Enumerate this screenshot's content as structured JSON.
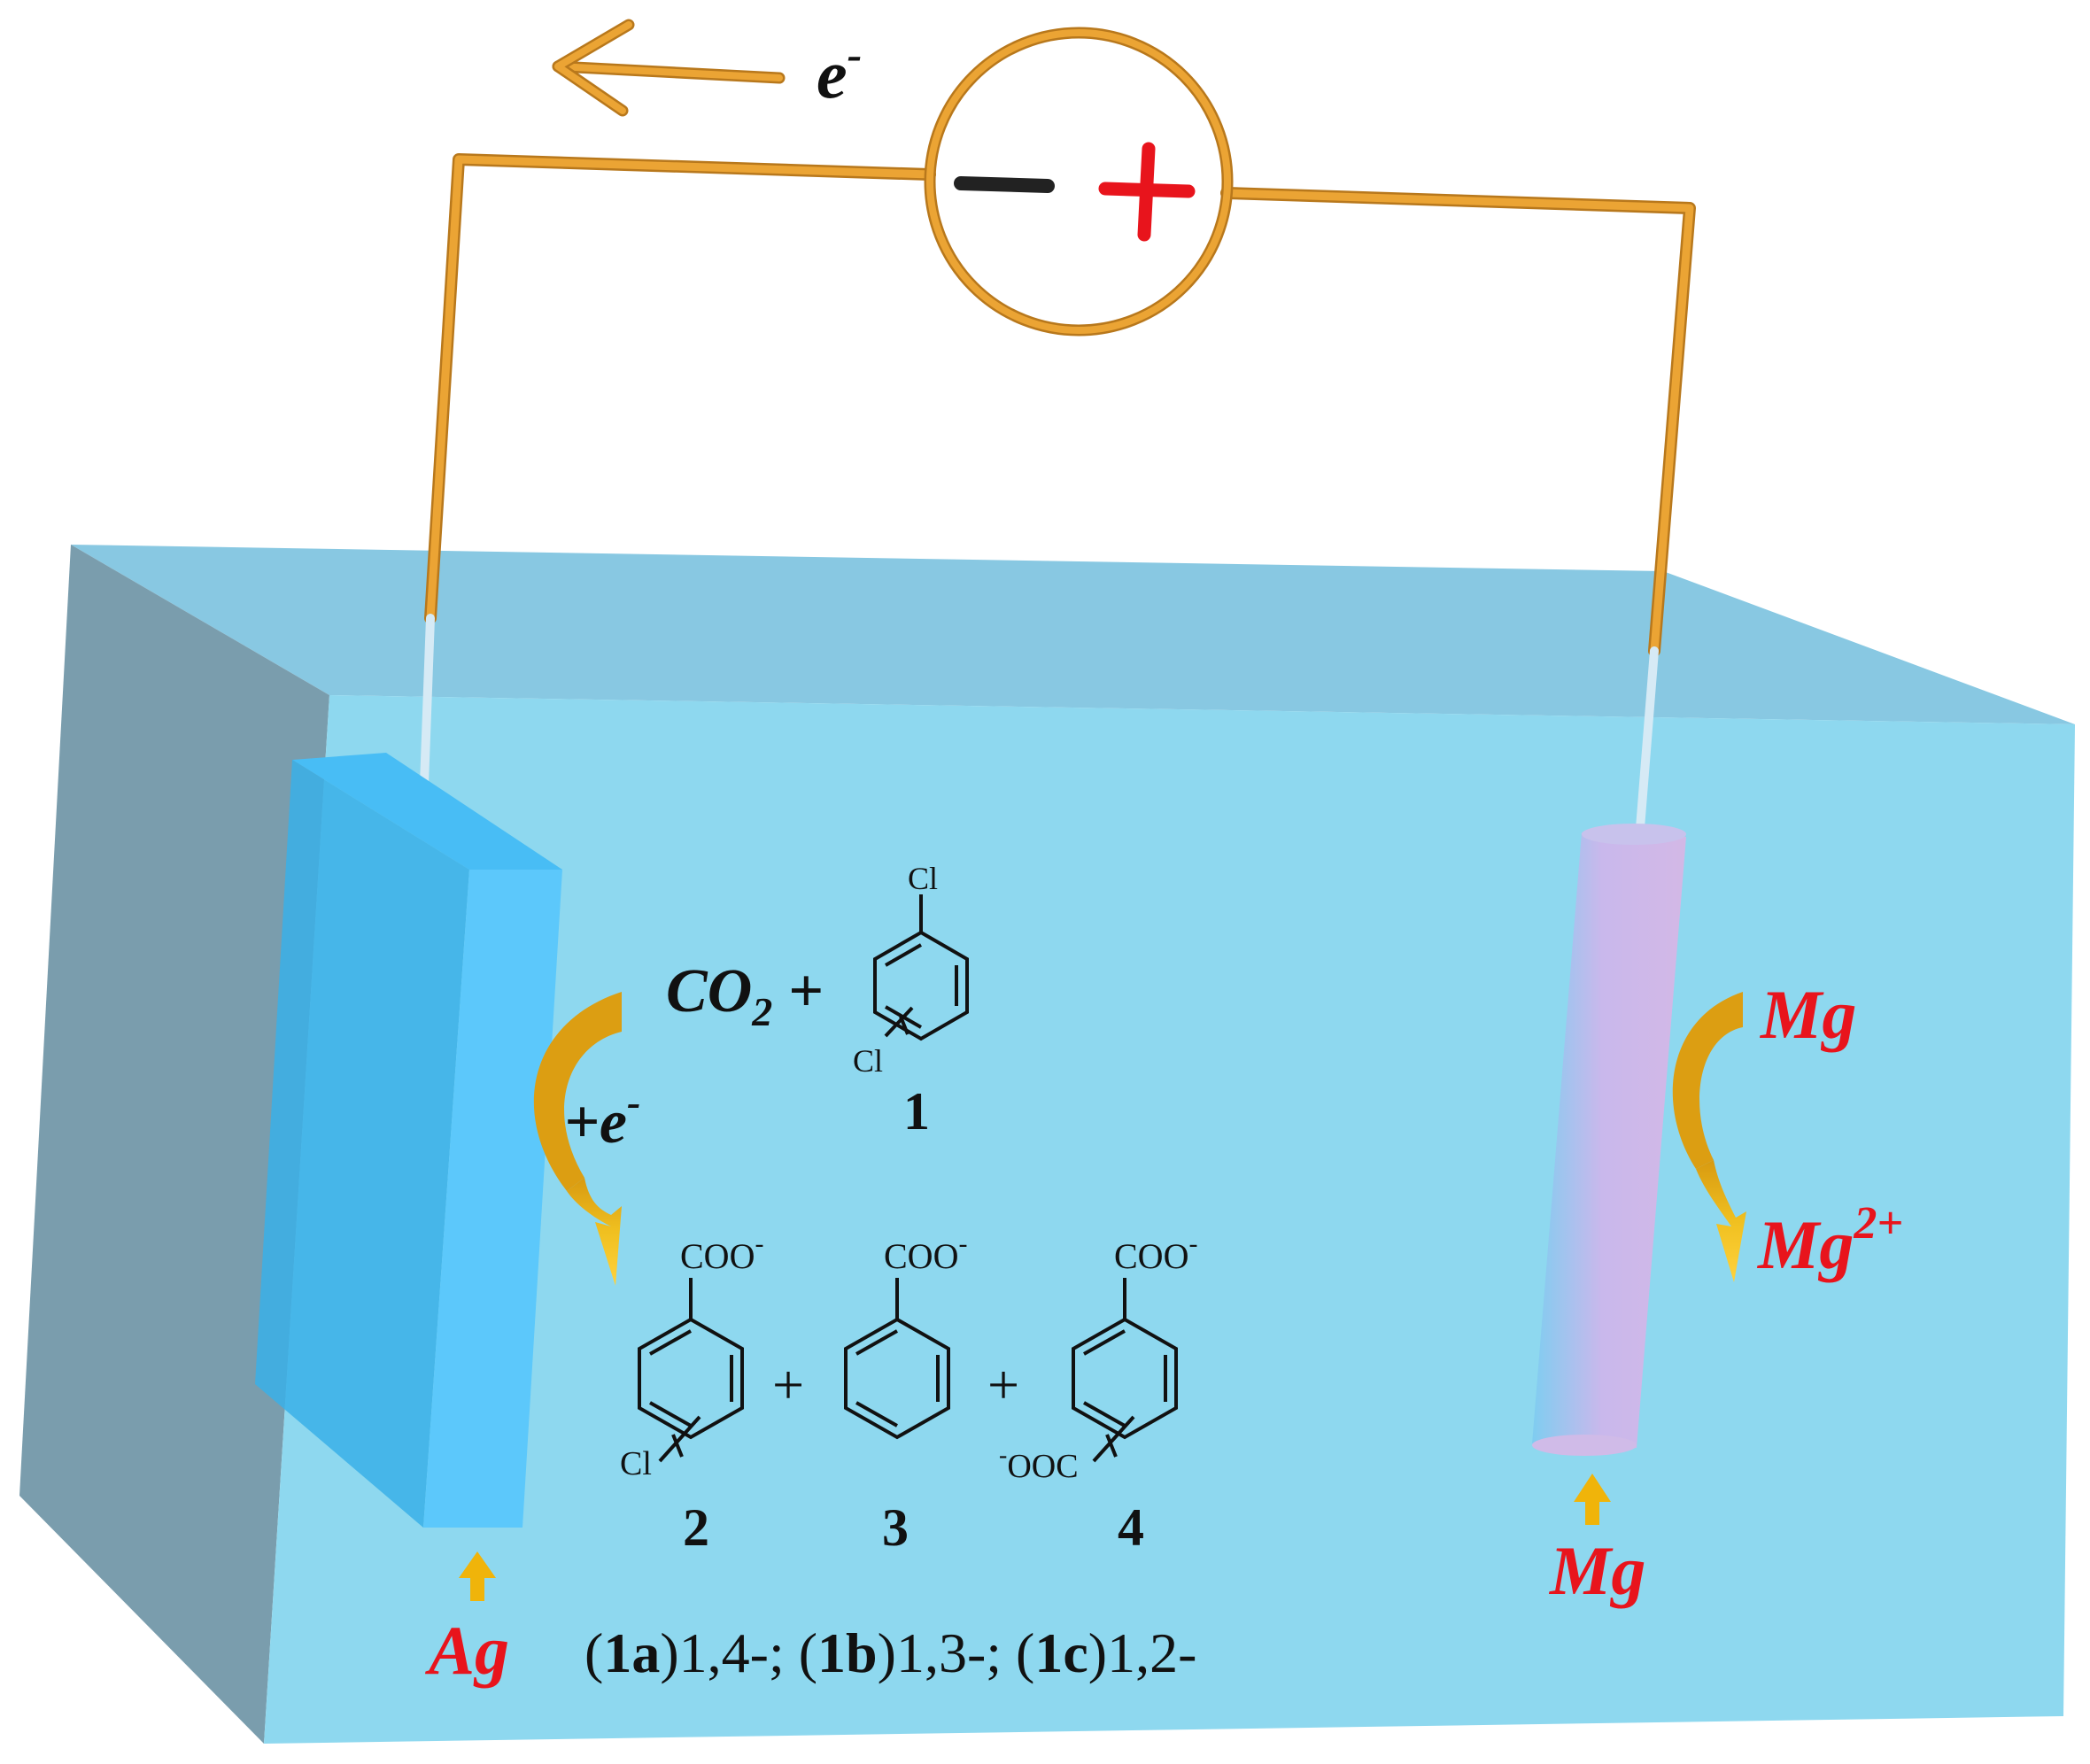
{
  "circuit": {
    "electron_label": "e",
    "electron_sup": "-",
    "minus_symbol": "−",
    "plus_symbol": "+"
  },
  "cathode": {
    "label": "Ag",
    "electron_gain_label": "+e",
    "electron_gain_sup": "-"
  },
  "anode": {
    "label": "Mg",
    "reactant": "Mg",
    "product": "Mg",
    "product_sup": "2+"
  },
  "reaction": {
    "co2": "CO",
    "co2_sub": "2",
    "plus": "+",
    "substrate": {
      "number": "1",
      "cl_top": "Cl",
      "cl_bottom": "Cl"
    },
    "products": [
      {
        "number": "2",
        "group": "COO",
        "sup": "-",
        "sub_label": "Cl"
      },
      {
        "number": "3",
        "group": "COO",
        "sup": "-"
      },
      {
        "number": "4",
        "group": "COO",
        "sup": "-",
        "sub_label": "OOC",
        "sub_sup": "-"
      }
    ],
    "isomers": [
      {
        "id": "1a",
        "positions": "1,4-;"
      },
      {
        "id": "1b",
        "positions": "1,3-;"
      },
      {
        "id": "1c",
        "positions": "1,2-"
      }
    ]
  },
  "colors": {
    "wire": "#e8a030",
    "tank_front": "#8ed8ef",
    "tank_side": "#7a9dad",
    "tank_top": "#88c8e2",
    "electrode_ag": "#5cc8fb",
    "label_red": "#e8141c",
    "arrow_orange": "#f0b40a"
  }
}
